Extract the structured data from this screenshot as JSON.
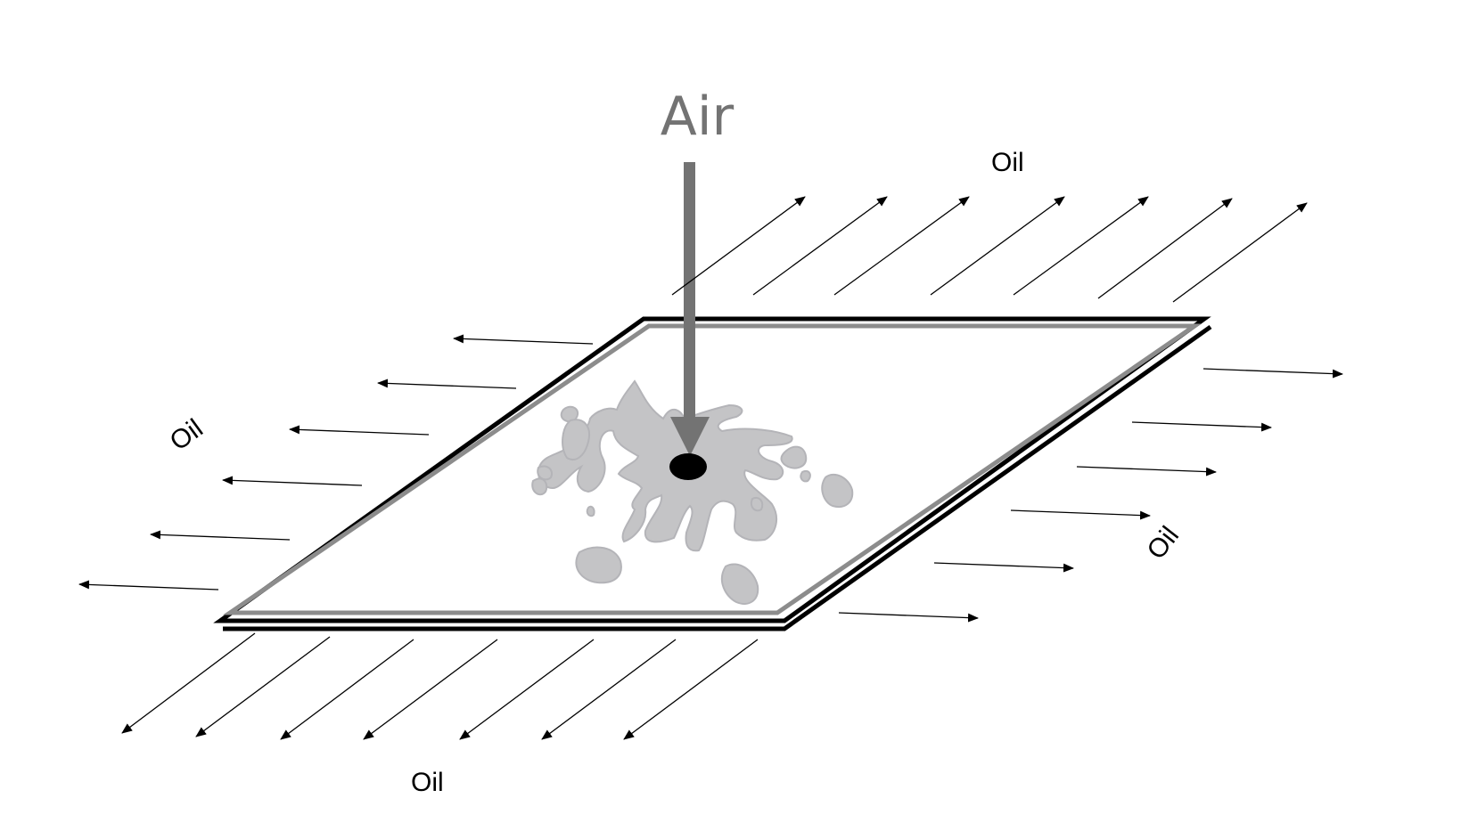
{
  "labels": {
    "air": "Air",
    "oil_top": "Oil",
    "oil_left": "Oil",
    "oil_right": "Oil",
    "oil_bottom": "Oil"
  },
  "colors": {
    "air_arrow": "#737373",
    "air_text": "#737373",
    "splash": "#c4c4c6",
    "splash_edge": "#b4b4b8",
    "plate_outer": "#000000",
    "plate_inner": "#8c8c8c",
    "oil_arrow": "#000000",
    "text": "#000000"
  }
}
